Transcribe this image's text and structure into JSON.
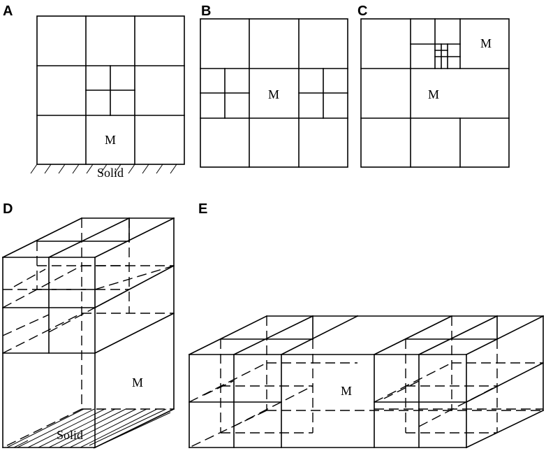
{
  "panels": {
    "a": {
      "letter": "A",
      "cell_label": "M",
      "wall_label": "Solid"
    },
    "b": {
      "letter": "B",
      "cell_label": "M"
    },
    "c": {
      "letter": "C",
      "cell_label_large": "M",
      "cell_label_corner": "M"
    },
    "d": {
      "letter": "D",
      "cell_label": "M",
      "wall_label": "Solid"
    },
    "e": {
      "letter": "E",
      "cell_label": "M"
    }
  },
  "colors": {
    "line": "#000000",
    "background": "#ffffff"
  }
}
